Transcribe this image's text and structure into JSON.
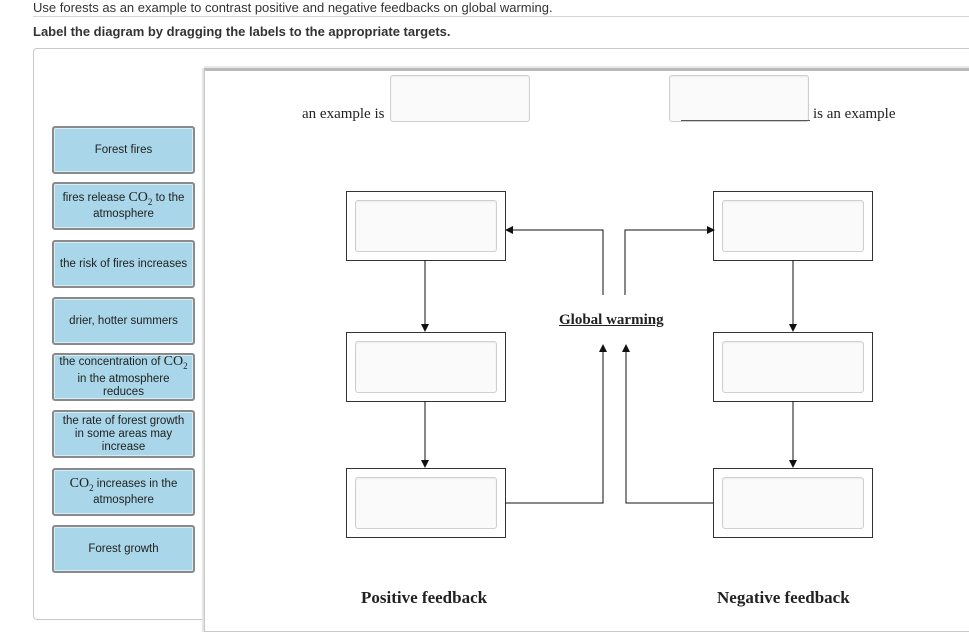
{
  "instructions": {
    "line1": "Use forests as an example to contrast positive and negative feedbacks on global warming.",
    "line2": "Label the diagram by dragging the labels to the appropriate targets."
  },
  "labels": [
    {
      "id": "forest-fires",
      "text": "Forest fires"
    },
    {
      "id": "fires-release-co2",
      "pre": "fires release ",
      "chem": "CO",
      "sub": "2",
      "post": " to the atmosphere"
    },
    {
      "id": "risk-of-fires",
      "text": "the risk of fires increases"
    },
    {
      "id": "drier-summers",
      "text": "drier, hotter summers"
    },
    {
      "id": "co2-reduces",
      "pre": "the concentration of ",
      "chem": "CO",
      "sub": "2",
      "post": " in the atmosphere reduces"
    },
    {
      "id": "forest-growth-rate",
      "text": "the rate of forest growth in some areas may increase"
    },
    {
      "id": "co2-increases",
      "pre": "",
      "chem": "CO",
      "sub": "2",
      "post": " increases in the atmosphere"
    },
    {
      "id": "forest-growth",
      "text": "Forest growth"
    }
  ],
  "diagram": {
    "left_example": "an example is",
    "right_example": "is an example",
    "center": "Global warming",
    "positive": "Positive feedback",
    "negative": "Negative feedback"
  }
}
